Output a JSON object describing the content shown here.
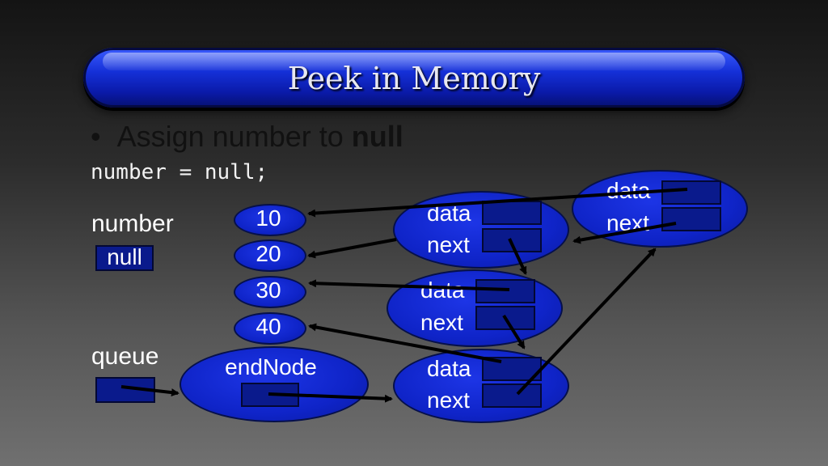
{
  "title": "Peek in Memory",
  "bullet": {
    "prefix": "Assign number to ",
    "bold": "null"
  },
  "code_line": "number = null;",
  "variables": {
    "number_label": "number",
    "number_value": "null",
    "queue_label": "queue"
  },
  "value_nodes": [
    "10",
    "20",
    "30",
    "40"
  ],
  "end_node_label": "endNode",
  "list_nodes": [
    {
      "data_label": "data",
      "next_label": "next"
    },
    {
      "data_label": "data",
      "next_label": "next"
    },
    {
      "data_label": "data",
      "next_label": "next"
    },
    {
      "data_label": "data",
      "next_label": "next"
    }
  ],
  "colors": {
    "node_fill": "#0f24c8",
    "box_fill": "#0a1a8c",
    "arrow": "#000000"
  }
}
